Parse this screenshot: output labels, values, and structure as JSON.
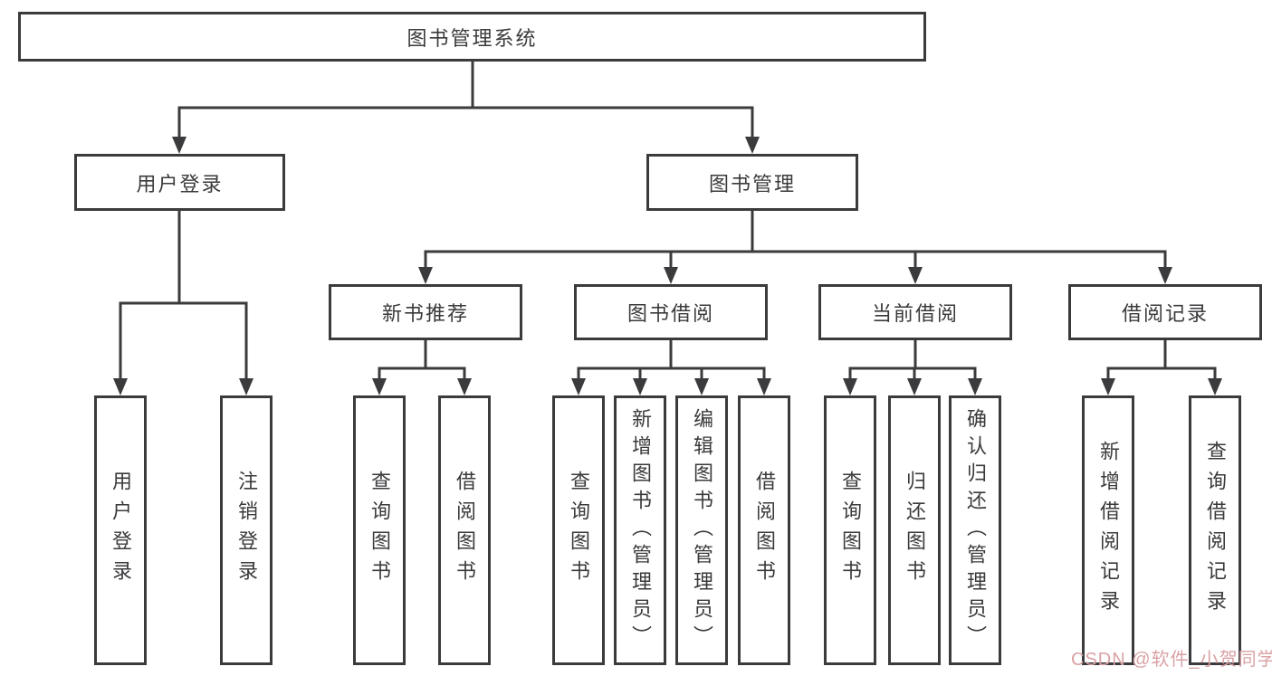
{
  "colors": {
    "line": "#3b3b3d",
    "text": "#3a3a3c",
    "box_background": "#ffffff",
    "page_background": "#ffffff",
    "watermark": "#d9a2a4"
  },
  "diagram": {
    "root": {
      "label": "图书管理系统"
    },
    "branches": {
      "user_login": {
        "label": "用户登录",
        "children": [
          "用户登录",
          "注销登录"
        ]
      },
      "book_management": {
        "label": "图书管理",
        "sections": {
          "new_books": {
            "label": "新书推荐",
            "children": [
              "查询图书",
              "借阅图书"
            ]
          },
          "book_borrowing": {
            "label": "图书借阅",
            "children": [
              "查询图书",
              "新增图书（管理员）",
              "编辑图书（管理员）",
              "借阅图书"
            ]
          },
          "current_borrowing": {
            "label": "当前借阅",
            "children": [
              "查询图书",
              "归还图书",
              "确认归还（管理员）"
            ]
          },
          "borrowing_records": {
            "label": "借阅记录",
            "children": [
              "新增借阅记录",
              "查询借阅记录"
            ]
          }
        }
      }
    }
  },
  "watermark": {
    "text": "CSDN @软件_小贺同学"
  }
}
